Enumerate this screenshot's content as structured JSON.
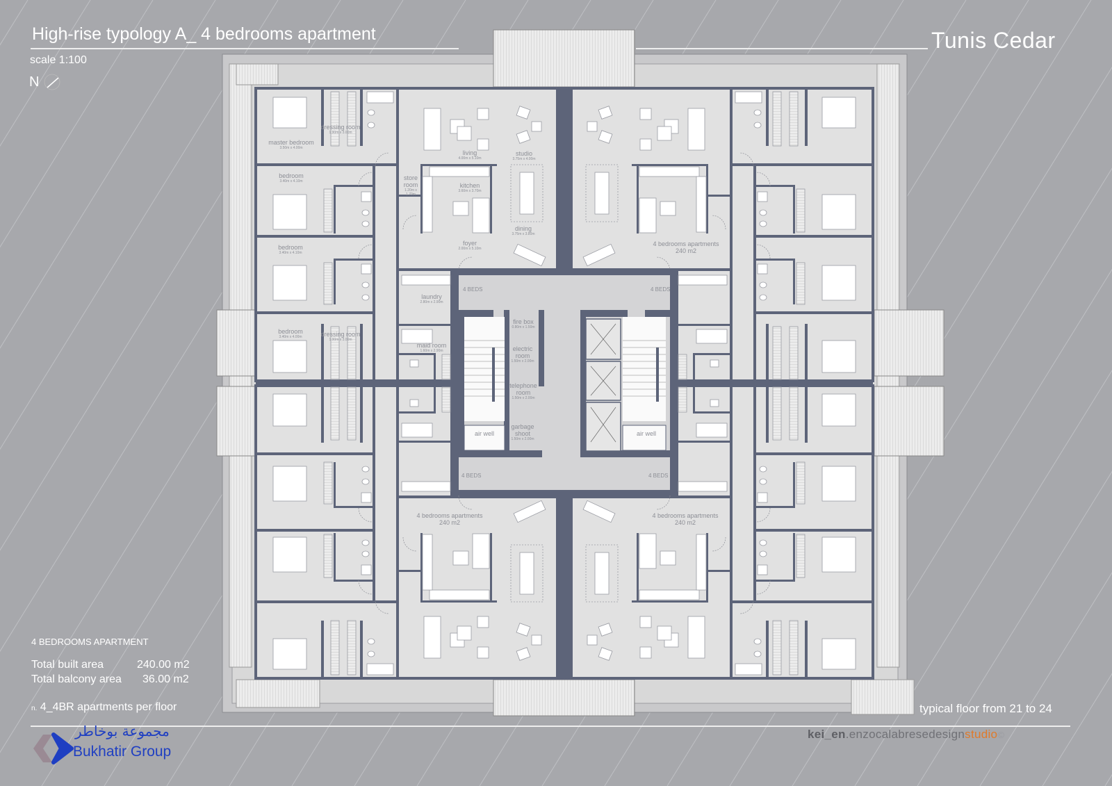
{
  "header": {
    "title": "High-rise typology A_ 4 bedrooms apartment",
    "scale": "scale 1:100",
    "north": "N",
    "project": "Tunis Cedar"
  },
  "info": {
    "heading": "4 BEDROOMS APARTMENT",
    "built_label": "Total built area",
    "built_value": "240.00 m2",
    "balcony_label": "Total balcony area",
    "balcony_value": "36.00 m2",
    "count_prefix": "n.",
    "count_text": "4_4BR apartments per floor"
  },
  "floor_note": "typical floor from 21 to 24",
  "credits": {
    "part1": "kei_en",
    "part2": ".enzocalabresedesign",
    "part3": "studio",
    "mark": "©"
  },
  "logo": {
    "arabic": "مجموعة بوخاطر",
    "name": "Bukhatir Group",
    "color": "#1f3fc2"
  },
  "rooms": [
    {
      "name": "master bedroom",
      "dims": "3.50m x 4.00m"
    },
    {
      "name": "dressing room",
      "dims": "1.90m x 3.00m"
    },
    {
      "name": "living",
      "dims": "4.00m x 5.10m"
    },
    {
      "name": "studio",
      "dims": "3.75m x 4.00m"
    },
    {
      "name": "bedroom",
      "dims": "3.40m x 4.10m"
    },
    {
      "name": "store room",
      "dims": "1.20m x 1.70m"
    },
    {
      "name": "kitchen",
      "dims": "3.60m x 3.70m"
    },
    {
      "name": "dining",
      "dims": "3.75m x 3.80m"
    },
    {
      "name": "bedroom",
      "dims": "3.40m x 4.10m"
    },
    {
      "name": "foyer",
      "dims": "2.00m x 5.10m"
    },
    {
      "name": "laundry",
      "dims": "2.80m x 2.90m"
    },
    {
      "name": "bedroom",
      "dims": "3.40m x 4.00m"
    },
    {
      "name": "dressing room",
      "dims": "1.90m x 3.00m"
    },
    {
      "name": "maid room",
      "dims": "1.60m x 2.90m"
    }
  ],
  "apartment_label": {
    "name": "4 bedrooms apartments",
    "area": "240 m2"
  },
  "core": {
    "beds": "4 BEDS",
    "fire_box": "fire box",
    "fire_box_dims": "0.80m x 1.50m",
    "electric": "electric room",
    "electric_dims": "1.50m x 2.00m",
    "telephone": "telephone room",
    "telephone_dims": "1.50m x 2.00m",
    "garbage": "garbage shoot",
    "garbage_dims": "1.50m x 2.00m",
    "air_well": "air well"
  },
  "colors": {
    "wall": "#5d6479",
    "floor": "#e1e1e1",
    "background": "#a7a8ac",
    "accent": "#e07a2a"
  }
}
